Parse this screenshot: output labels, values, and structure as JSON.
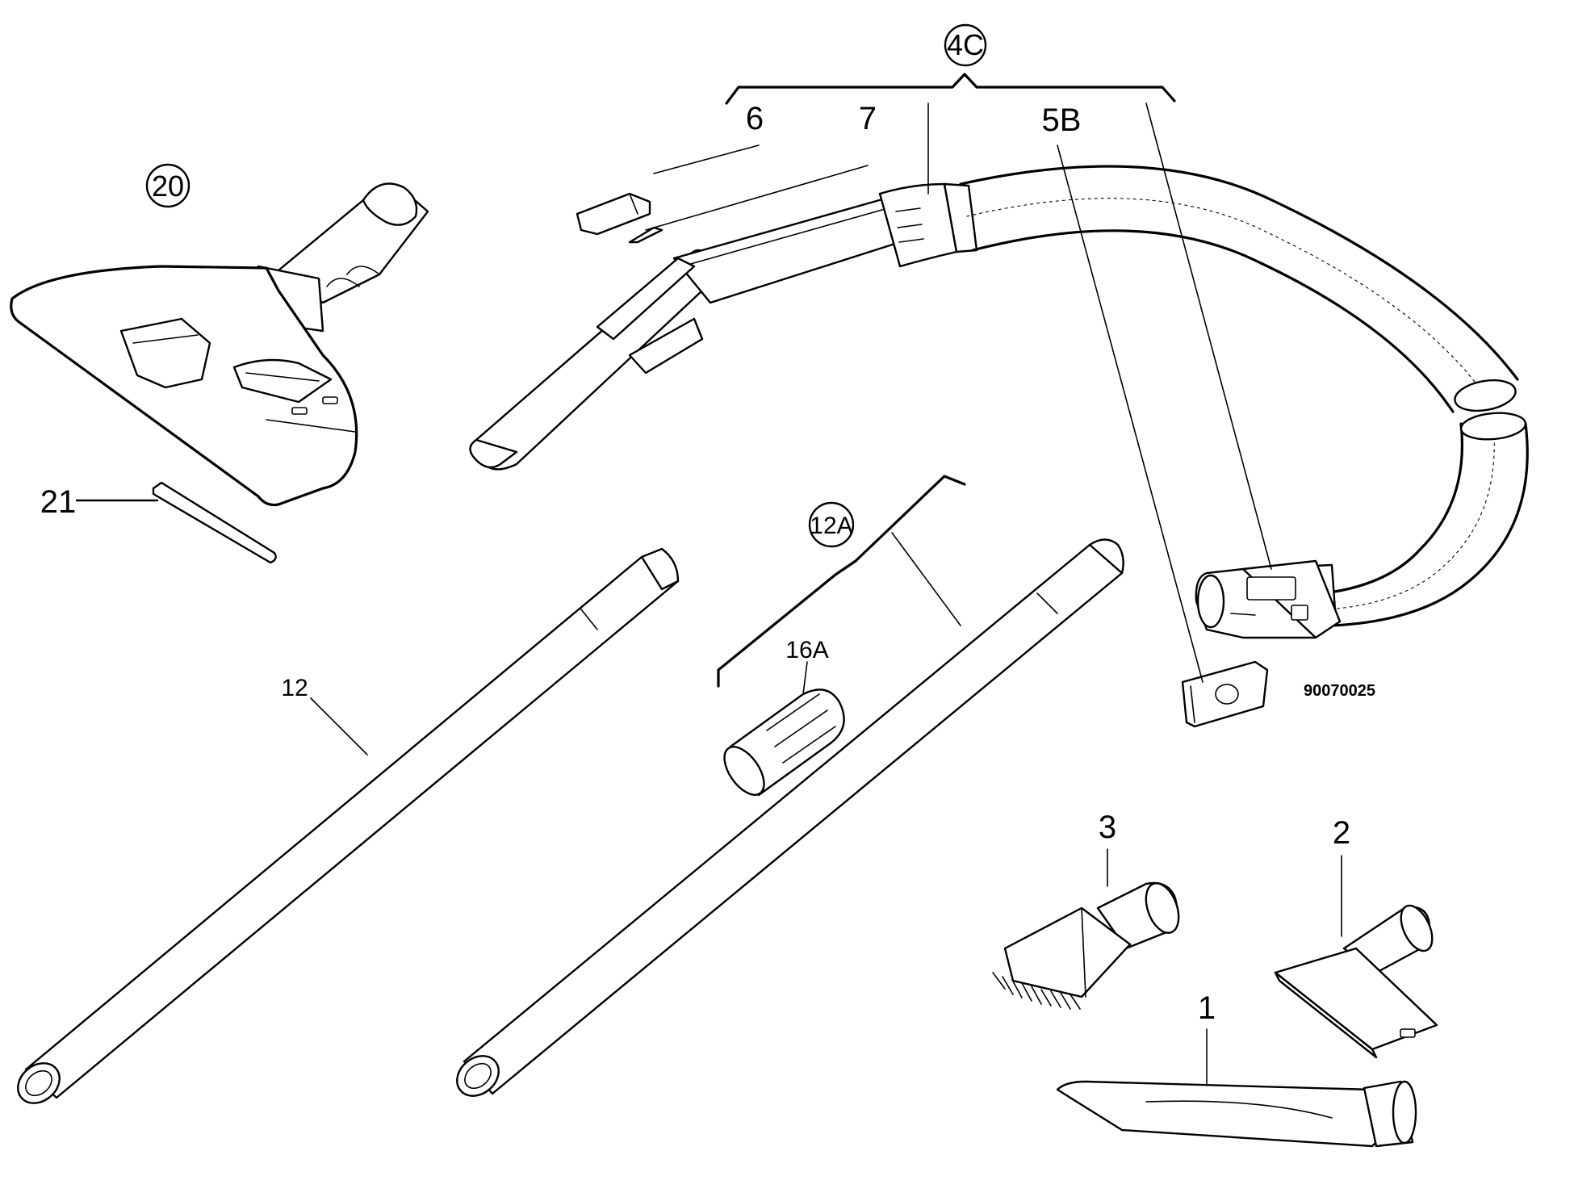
{
  "diagram": {
    "reference_code": "90070025",
    "assembly_labels": {
      "hose_assembly": "4C",
      "floor_nozzle": "20",
      "tube_set": "12A"
    },
    "part_labels": {
      "part_6": "6",
      "part_7": "7",
      "part_5b": "5B",
      "part_21": "21",
      "part_12": "12",
      "part_16a": "16A",
      "part_3": "3",
      "part_2": "2",
      "part_1": "1"
    }
  }
}
